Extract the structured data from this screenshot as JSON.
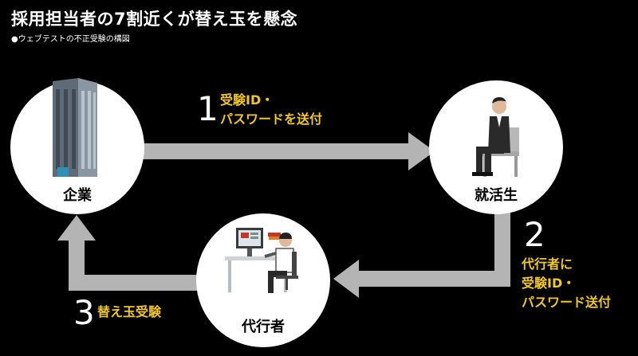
{
  "title": "採用担当者の7割近くが替え玉を懸念",
  "subtitle": "●ウェブテストの不正受験の構図",
  "nodes": {
    "company": "企業",
    "student": "就活生",
    "proxy": "代行者"
  },
  "steps": [
    {
      "number": "1",
      "lines": [
        "受験ID・",
        "パスワードを送付"
      ]
    },
    {
      "number": "2",
      "lines": [
        "代行者に",
        "受験ID・",
        "パスワード送付"
      ]
    },
    {
      "number": "3",
      "lines": [
        "替え玉受験"
      ]
    }
  ],
  "colors": {
    "background": "#000000",
    "arrow": "#b4b4b4",
    "circle": "#ffffff",
    "step_text": "#f2c81e"
  }
}
